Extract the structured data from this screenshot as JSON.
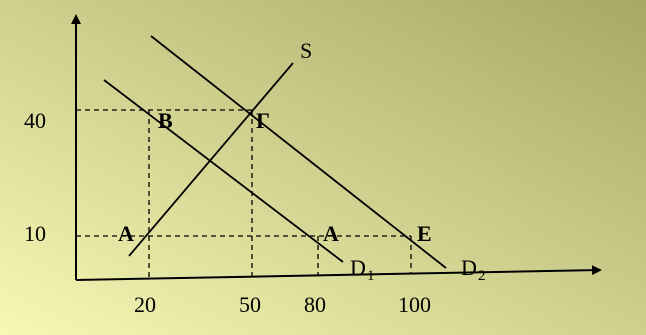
{
  "colors": {
    "gradient_start": "#f8f8b6",
    "gradient_end": "#a8a866",
    "ink": "#000000"
  },
  "axes": {
    "y_ticks": [
      "40",
      "10"
    ],
    "x_ticks": [
      "20",
      "50",
      "80",
      "100"
    ]
  },
  "curves": {
    "supply_label": "S",
    "demand1_label": "D",
    "demand1_sub": "1",
    "demand2_label": "D",
    "demand2_sub": "2"
  },
  "points": {
    "a_left": "A",
    "b": "B",
    "gamma": "Г",
    "a_right": "A",
    "e": "E"
  }
}
